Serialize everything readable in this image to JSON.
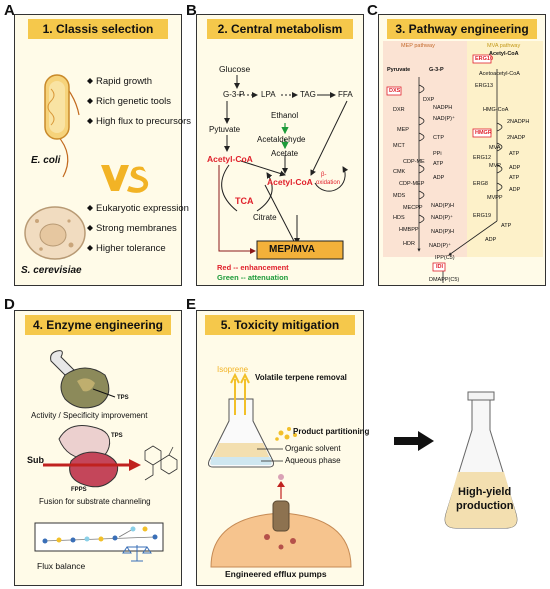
{
  "letters": [
    "A",
    "B",
    "C",
    "D",
    "E"
  ],
  "panelA": {
    "title": "1. Classis selection",
    "ecoli_label": "E. coli",
    "scer_label": "S. cerevisiae",
    "vs": "VS",
    "ecoli_points": [
      "Rapid growth",
      "Rich genetic tools",
      "High flux to precursors"
    ],
    "scer_points": [
      "Eukaryotic expression",
      "Strong membranes",
      "Higher tolerance"
    ]
  },
  "panelB": {
    "title": "2. Central metabolism",
    "glucose": "Glucose",
    "g3p": "G-3-P",
    "lpa": "LPA",
    "tag": "TAG",
    "ffa": "FFA",
    "ethanol": "Ethanol",
    "acetaldehyde": "Acetaldehyde",
    "acetate": "Acetate",
    "pyruvate": "Pytuvate",
    "acetylcoa1": "Acetyl-CoA",
    "acetylcoa2": "Acetyl-CoA",
    "beta": "β-",
    "oxidation": "oxidation",
    "tca": "TCA",
    "citrate": "Citrate",
    "mepmva": "MEP/MVA",
    "legend_red": "Red -- enhancement",
    "legend_green": "Green -- attenuation"
  },
  "panelC": {
    "title": "3. Pathway engineering",
    "mep_header": "MEP pathway",
    "mva_header": "MVA pathway",
    "mep": {
      "pyruvate": "Pyruvate",
      "g3p": "G-3-P",
      "dxs": "DXS",
      "dxp": "DXP",
      "dxr": "DXR",
      "nadph": "NADPH",
      "nadp": "NAD(P)⁺",
      "mep": "MEP",
      "mct": "MCT",
      "ctp": "CTP",
      "ppi": "PPi",
      "cdpme": "CDP-ME",
      "cmk": "CMK",
      "atp": "ATP",
      "adp": "ADP",
      "cdpmep": "CDP-MEP",
      "mds": "MDS",
      "mecpp": "MECPP",
      "nadph2": "NAD(P)H",
      "hds": "HDS",
      "hmbpp": "HMBPP",
      "nadp2": "NAD(P)⁺",
      "nadph3": "NAD(P)H",
      "hdr": "HDR",
      "nadp3": "NAD(P)⁺"
    },
    "mva": {
      "acetylcoa": "Acetyl-CoA",
      "erg10": "ERG10",
      "acetoacetyl": "Acetoacetyl-CoA",
      "erg13": "ERG13",
      "hmgcoa": "HMG-CoA",
      "twonadph": "2NADPH",
      "hmgr": "HMGR",
      "twonadp": "2NADP",
      "mva": "MVA",
      "erg12": "ERG12",
      "atp": "ATP",
      "mvp": "MVP",
      "adp": "ADP",
      "erg8": "ERG8",
      "atp2": "ATP",
      "mvpp": "MVPP",
      "adp2": "ADP",
      "erg19": "ERG19",
      "atp3": "ATP",
      "adp3": "ADP"
    },
    "ipp": "IPP(C5)",
    "idi": "IDI",
    "dmapp": "DMAPP(C5)"
  },
  "panelD": {
    "title": "4. Enzyme engineering",
    "tps1": "TPS",
    "activity": "Activity / Specificity improvement",
    "sub": "Sub",
    "tps2": "TPS",
    "fpps": "FPPS",
    "fusion": "Fusion for substrate channeling",
    "flux": "Flux balance"
  },
  "panelE": {
    "title": "5. Toxicity mitigation",
    "isoprene": "Isoprene",
    "volatile": "Volatile terpene removal",
    "partitioning": "Product partitioning",
    "organic": "Organic solvent",
    "aqueous": "Aqueous phase",
    "efflux": "Engineered efflux pumps"
  },
  "result": {
    "line1": "High-yield",
    "line2": "production"
  },
  "colors": {
    "panel_bg": "#fffbe8",
    "title_bar": "#f5c84b",
    "red": "#e0202b",
    "green": "#1d9b3a",
    "mep_bg": "#fbe3d3",
    "mva_bg": "#fdf1c9",
    "mepmva_box": "#f3b13a",
    "flask_fill": "#f3dfb0"
  }
}
